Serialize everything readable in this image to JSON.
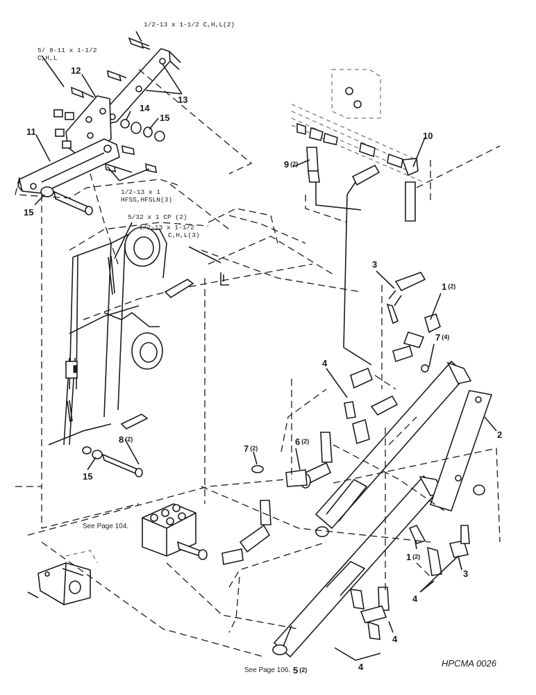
{
  "figure_id": "HPCMA 0026",
  "callouts": {
    "c1a": {
      "num": "1",
      "qty": "(2)"
    },
    "c1b": {
      "num": "1",
      "qty": "(2)"
    },
    "c2": {
      "num": "2",
      "qty": ""
    },
    "c3a": {
      "num": "3",
      "qty": ""
    },
    "c3b": {
      "num": "3",
      "qty": ""
    },
    "c4a": {
      "num": "4",
      "qty": ""
    },
    "c4b": {
      "num": "4",
      "qty": ""
    },
    "c4c": {
      "num": "4",
      "qty": ""
    },
    "c4d": {
      "num": "4",
      "qty": ""
    },
    "c5": {
      "num": "5",
      "qty": "(2)"
    },
    "c6": {
      "num": "6",
      "qty": "(2)"
    },
    "c7a": {
      "num": "7",
      "qty": "(4)"
    },
    "c7b": {
      "num": "7",
      "qty": "(2)"
    },
    "c8": {
      "num": "8",
      "qty": "(2)"
    },
    "c9": {
      "num": "9",
      "qty": "(2)"
    },
    "c10": {
      "num": "10",
      "qty": ""
    },
    "c11": {
      "num": "11",
      "qty": ""
    },
    "c12": {
      "num": "12",
      "qty": ""
    },
    "c13": {
      "num": "13",
      "qty": ""
    },
    "c14": {
      "num": "14",
      "qty": ""
    },
    "c15a": {
      "num": "15",
      "qty": ""
    },
    "c15b": {
      "num": "15",
      "qty": ""
    },
    "c15c": {
      "num": "15",
      "qty": ""
    }
  },
  "specs": {
    "bolt_top": "1/2-13 x 1-1/2 C,H,L(2)",
    "bolt_58_line1": "5/ 8-11 x 1-1/2",
    "bolt_58_line2": "C,H,L",
    "bolt_half_line1": "1/2-13 x 1",
    "bolt_half_line2": "HFSS,HFSLN(3)",
    "cotter": "5/32 x 1 CP (2)",
    "bolt_mid_line1": "1/2-13 x 1-1/2",
    "bolt_mid_line2": "C,H,L(3)"
  },
  "notes": {
    "page104": "See Page 104.",
    "page106": "See Page 106."
  }
}
